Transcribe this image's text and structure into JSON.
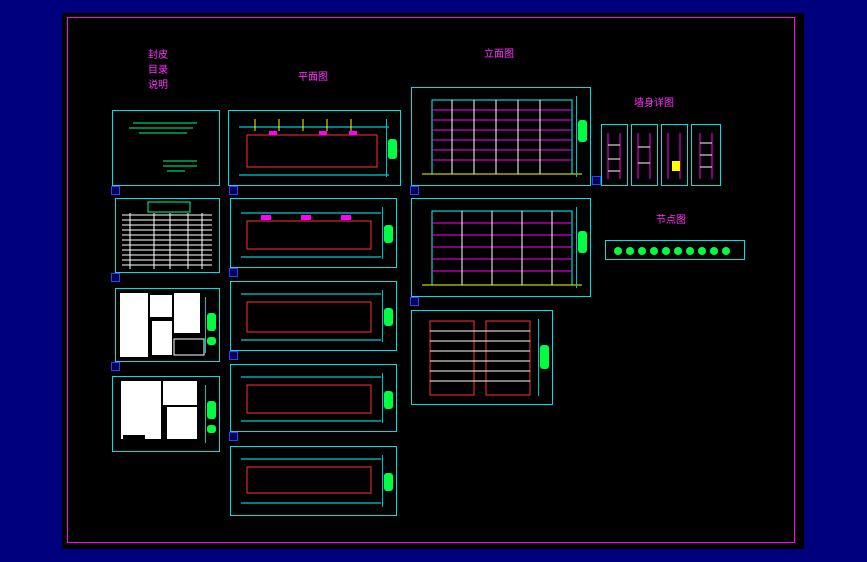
{
  "labels": {
    "cover_lines": [
      "封皮",
      "目录",
      "说明"
    ],
    "plan": "平面图",
    "elevation": "立面图",
    "wall_detail": "墙身详图",
    "node_detail": "节点图"
  },
  "colors": {
    "background": "#00007f",
    "drawing_area": "#000000",
    "frame": "#ff00ff",
    "sheet_border": "#00e0e0",
    "title_block": "#00ff40",
    "label": "#ff33ff"
  }
}
